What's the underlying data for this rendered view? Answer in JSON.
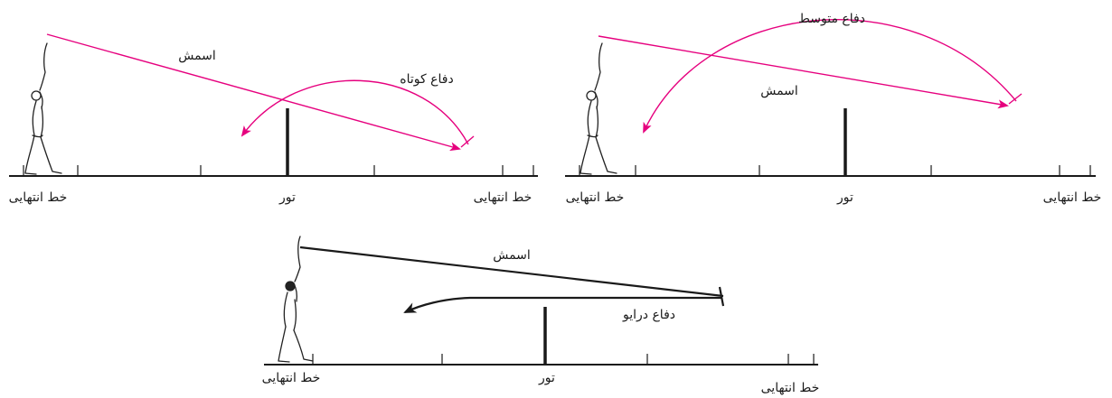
{
  "colors": {
    "magenta": "#e6007e",
    "ink": "#1a1a1a"
  },
  "panels": [
    {
      "id": "short",
      "smash_label": "اسمش",
      "defense_label": "دفاع کوتاه",
      "net_label": "تور",
      "end_line_left": "خط انتهایی",
      "end_line_right": "خط انتهایی"
    },
    {
      "id": "medium",
      "smash_label": "اسمش",
      "defense_label": "دفاع متوسط",
      "net_label": "تور",
      "end_line_left": "خط انتهایی",
      "end_line_right": "خط انتهایی"
    },
    {
      "id": "drive",
      "smash_label": "اسمش",
      "defense_label": "دفاع درایو",
      "net_label": "تور",
      "end_line_left": "خط انتهایی",
      "end_line_right": "خط انتهایی"
    }
  ]
}
